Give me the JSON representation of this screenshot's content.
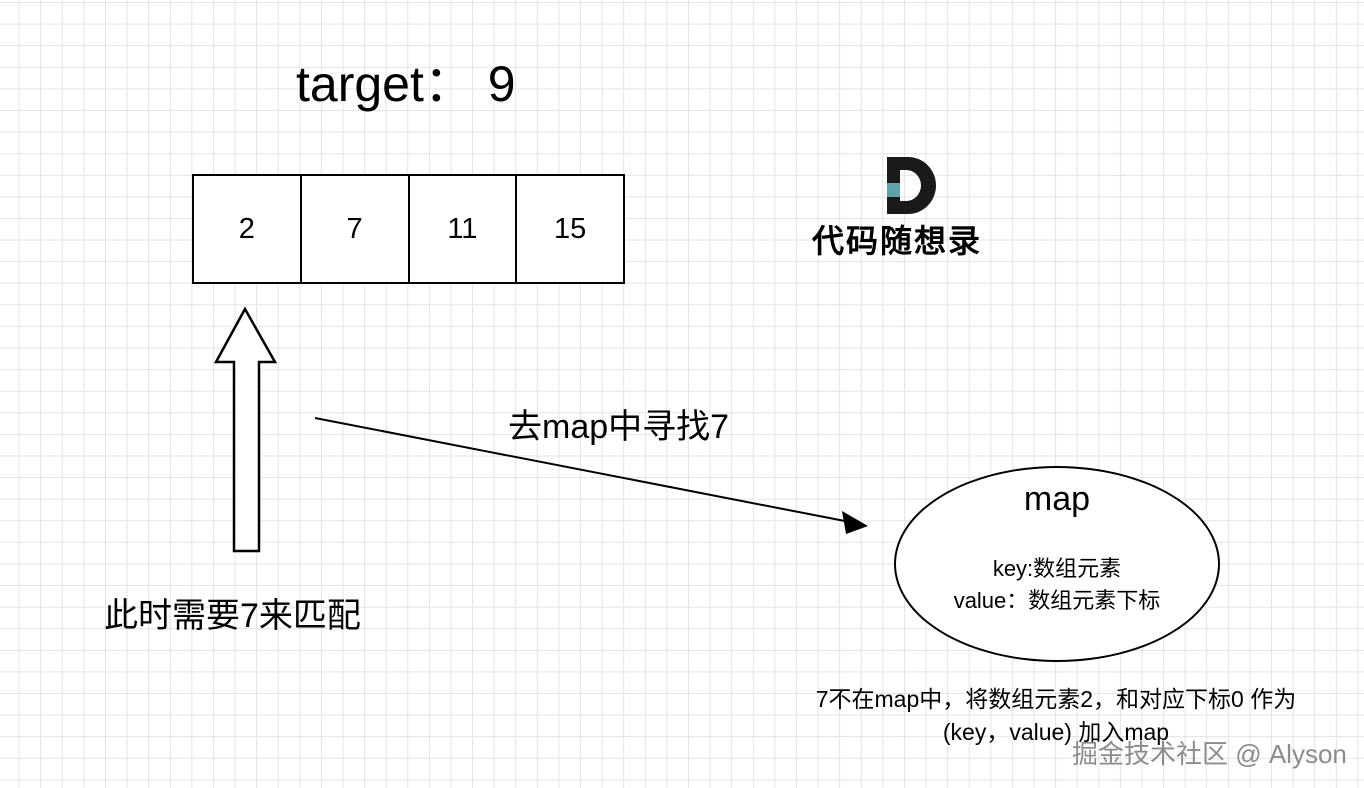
{
  "title": "target： 9",
  "array": [
    "2",
    "7",
    "11",
    "15"
  ],
  "logo": {
    "letter": "D",
    "text": "代码随想录",
    "colors": {
      "dark": "#1a1a1a",
      "teal": "#5fa3a8"
    }
  },
  "match_label": "此时需要7来匹配",
  "find_label": "去map中寻找7",
  "map": {
    "title": "map",
    "lines": [
      "key:数组元素",
      "value：数组元素下标"
    ]
  },
  "note": [
    "7不在map中，将数组元素2，和对应下标0 作为",
    "(key，value)  加入map"
  ],
  "watermark": "掘金技术社区 @ Alyson"
}
